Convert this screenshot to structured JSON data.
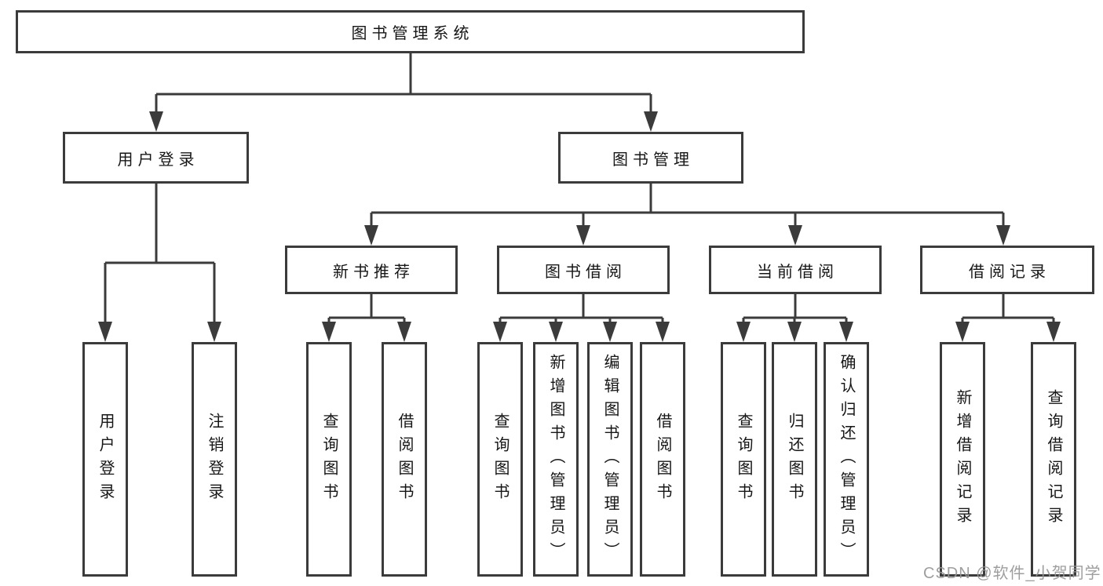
{
  "diagram": {
    "root": "图书管理系统",
    "branches": {
      "user_login": {
        "label": "用户登录",
        "children": [
          "用户登录",
          "注销登录"
        ]
      },
      "book_mgmt": {
        "label": "图书管理"
      },
      "new_book": {
        "label": "新书推荐",
        "children": [
          "查询图书",
          "借阅图书"
        ]
      },
      "book_borrow": {
        "label": "图书借阅",
        "children": [
          "查询图书",
          "新增图书（管理员）",
          "编辑图书（管理员）",
          "借阅图书"
        ]
      },
      "current_borrow": {
        "label": "当前借阅",
        "children": [
          "查询图书",
          "归还图书",
          "确认归还（管理员）"
        ]
      },
      "borrow_records": {
        "label": "借阅记录",
        "children": [
          "新增借阅记录",
          "查询借阅记录"
        ]
      }
    },
    "colors": {
      "line": "#3b3b3b",
      "border": "#3b3b3b",
      "text": "#161616",
      "watermark": "#969696"
    }
  },
  "watermark": "CSDN @软件_小贺同学"
}
